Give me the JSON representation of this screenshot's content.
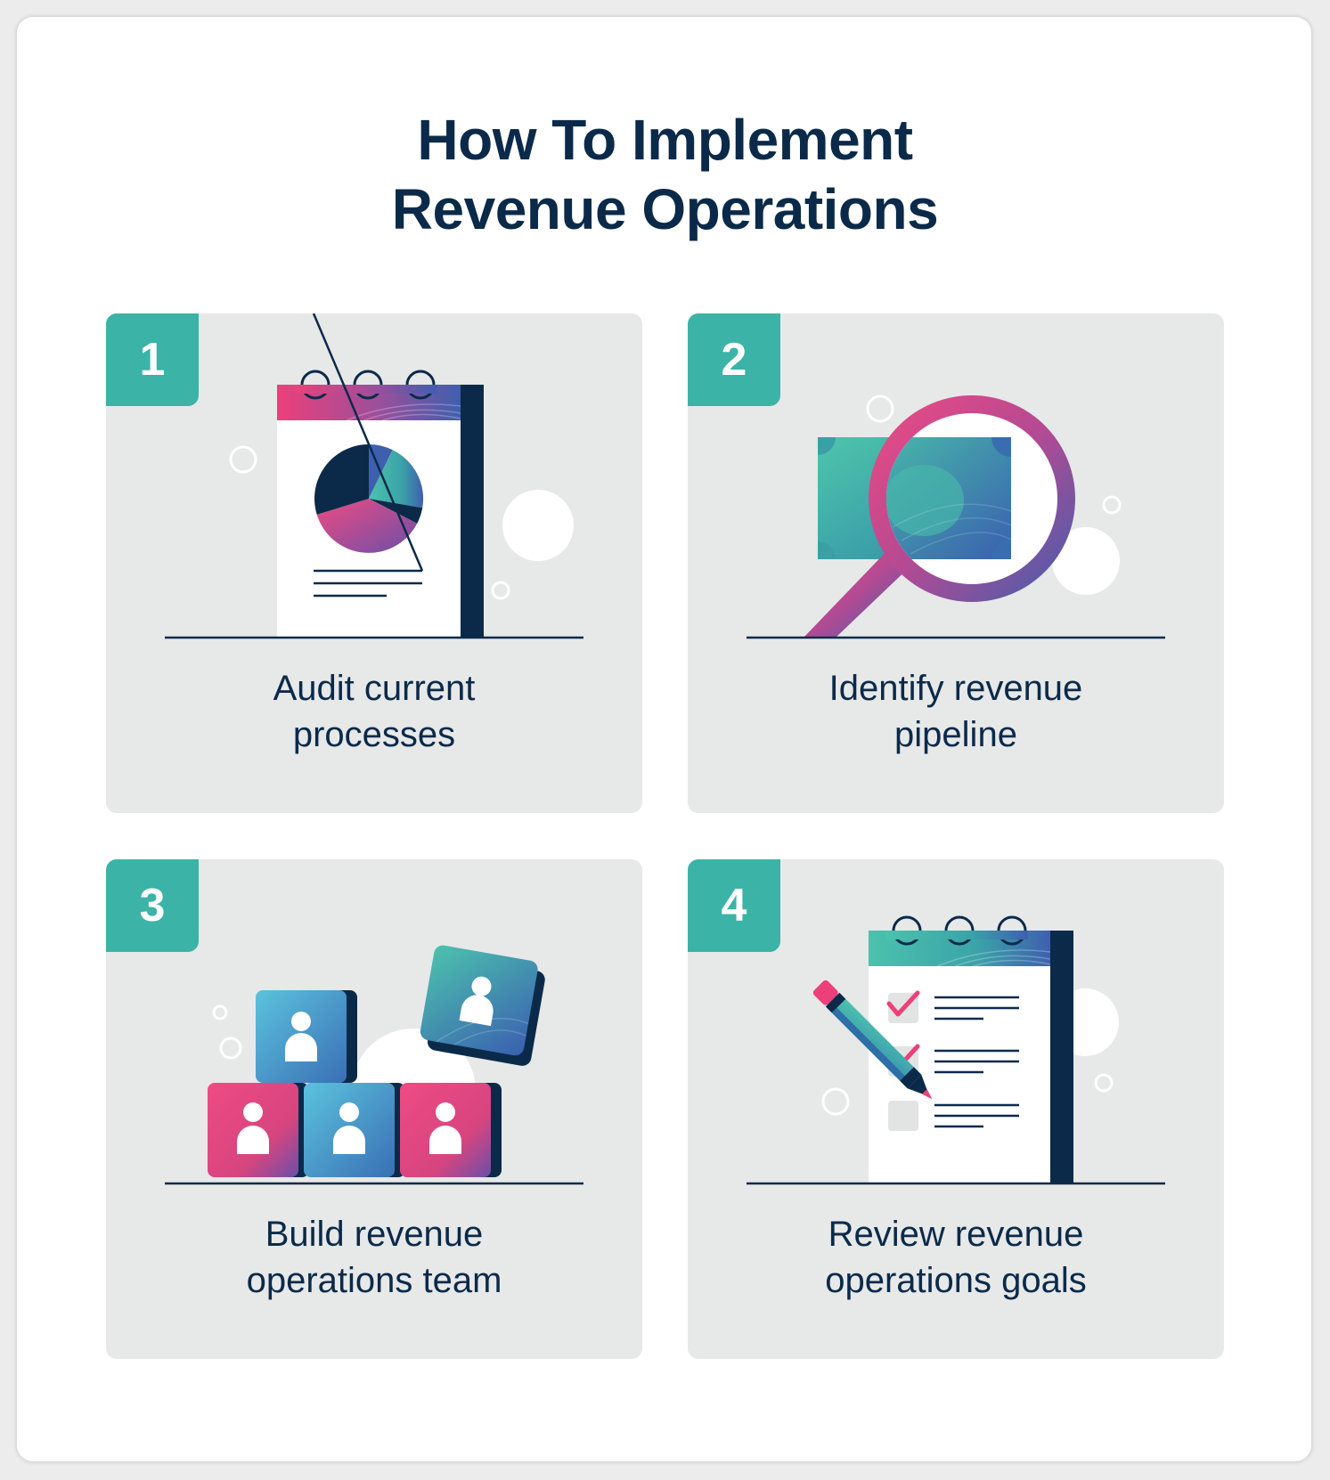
{
  "title": {
    "line1": "How To Implement",
    "line2": "Revenue Operations"
  },
  "steps": [
    {
      "number": "1",
      "line1": "Audit current",
      "line2": "processes",
      "icon": "calendar-pie-chart-icon"
    },
    {
      "number": "2",
      "line1": "Identify revenue",
      "line2": "pipeline",
      "icon": "magnifying-glass-money-icon"
    },
    {
      "number": "3",
      "line1": "Build revenue",
      "line2": "operations team",
      "icon": "team-blocks-icon"
    },
    {
      "number": "4",
      "line1": "Review revenue",
      "line2": "operations goals",
      "icon": "checklist-pencil-icon"
    }
  ],
  "colors": {
    "navy": "#0b2a4a",
    "teal": "#3bb3a6",
    "pink": "#ec407a",
    "purple": "#7c4fa0",
    "blue": "#3f6fb5",
    "panel": "#e7e8e8"
  }
}
